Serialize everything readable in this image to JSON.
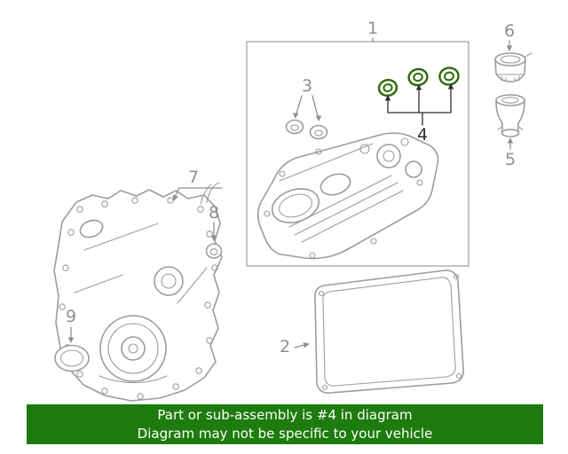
{
  "banner": {
    "line1": "Part or sub-assembly is #4 in diagram",
    "line2": "Diagram may not be specific to your vehicle"
  },
  "highlighted_callout": "4",
  "callouts": [
    {
      "label": "1"
    },
    {
      "label": "2"
    },
    {
      "label": "3"
    },
    {
      "label": "4"
    },
    {
      "label": "5"
    },
    {
      "label": "6"
    },
    {
      "label": "7"
    },
    {
      "label": "8"
    },
    {
      "label": "9"
    }
  ],
  "colors": {
    "page_bg": "#ffffff",
    "line_gray": "#9c9c9c",
    "box_border": "#b0b0b0",
    "callout_gray": "#8f8f8f",
    "callout_dark": "#2e2e2e",
    "highlight_green": "#2d6a0a",
    "banner_bg": "#1e7b0d",
    "banner_text": "#ffffff"
  }
}
